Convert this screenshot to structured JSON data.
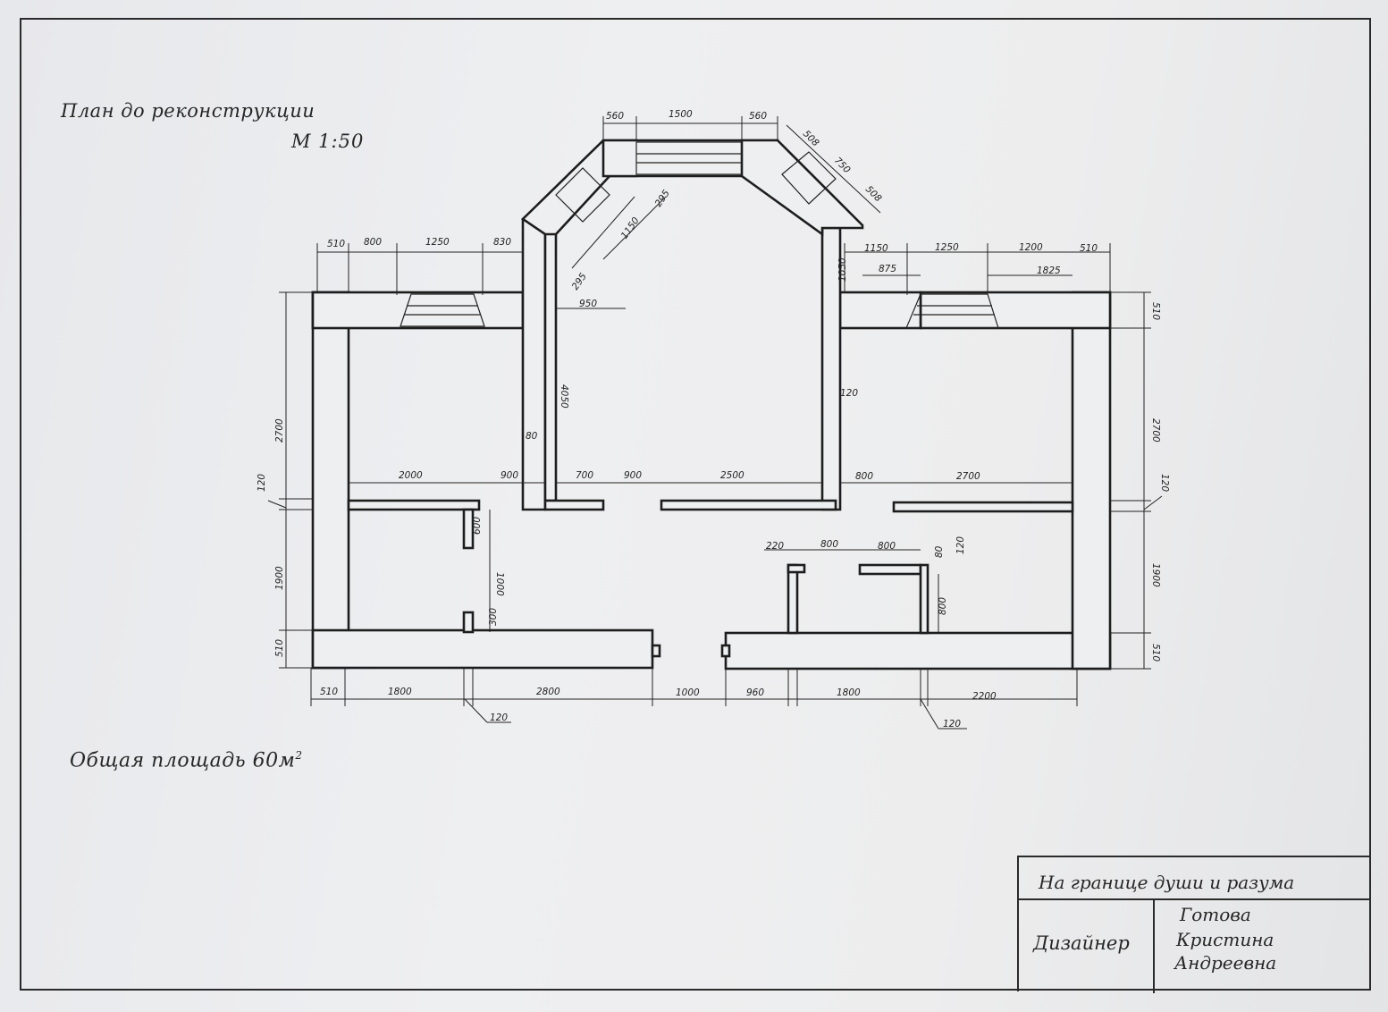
{
  "drawing": {
    "title": "План до реконструкции",
    "scale": "М 1:50",
    "total_area": "Общая площадь 60м",
    "total_area_unit_sup": "2"
  },
  "dimensions": {
    "top_bay": [
      "560",
      "1500",
      "560"
    ],
    "bay_right_diag": [
      "508",
      "750",
      "508"
    ],
    "bay_inner": [
      "295",
      "1150",
      "295",
      "950"
    ],
    "top_left": [
      "510",
      "800",
      "1250",
      "830"
    ],
    "top_right": [
      "1150",
      "1250",
      "1200",
      "510"
    ],
    "top_right_inner": [
      "875",
      "1825",
      "1050"
    ],
    "left_side": [
      "2700",
      "120",
      "1900",
      "510"
    ],
    "right_side": [
      "510",
      "2700",
      "120",
      "1900",
      "510"
    ],
    "mid_row": [
      "2000",
      "900",
      "700",
      "900",
      "2500",
      "800",
      "2700"
    ],
    "inner_misc": [
      "80",
      "4050",
      "120",
      "600",
      "1000",
      "300",
      "220",
      "800",
      "800",
      "80",
      "120",
      "800"
    ],
    "bottom_row": [
      "510",
      "1800",
      "2800",
      "1000",
      "960",
      "1800",
      "2200"
    ],
    "bottom_leaders": [
      "120",
      "120"
    ]
  },
  "stamp": {
    "project": "На границе души и разума",
    "role": "Дизайнер",
    "name_line1": "Готова",
    "name_line2": "Кристина",
    "name_line3": "Андреевна"
  }
}
